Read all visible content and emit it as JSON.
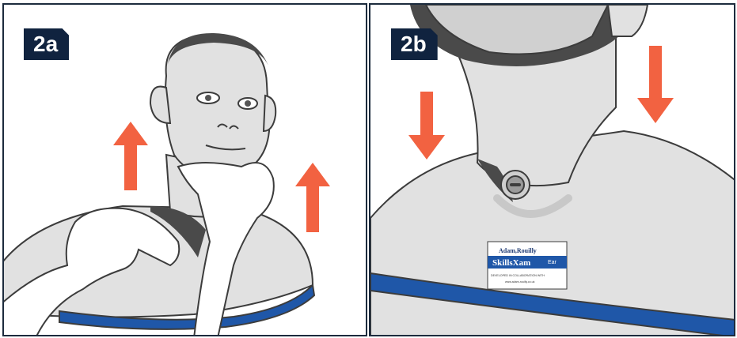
{
  "panels": {
    "a": {
      "label": "2a"
    },
    "b": {
      "label": "2b"
    }
  },
  "label_card": {
    "brand": "Adam,Rouilly",
    "product": "SkillsXam",
    "product_suffix": "Ear",
    "line1": "DEVELOPED IN COLLABORATION WITH",
    "line2": "www.adam-rouilly.co.uk"
  },
  "colors": {
    "badge": "#10233f",
    "arrow": "#f26241",
    "base_band": "#1f57a8",
    "skin": "#e1e1e1",
    "outline": "#3c3c3c",
    "dark": "#4a4a4a"
  }
}
